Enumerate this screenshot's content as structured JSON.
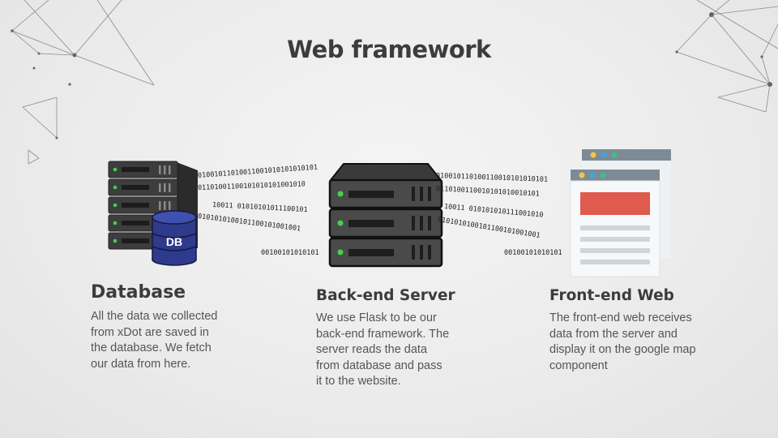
{
  "slide": {
    "title": "Web framework"
  },
  "columns": [
    {
      "heading": "Database",
      "text": "All the data we collected\nfrom xDot are saved in\nthe database. We fetch\nour data from here."
    },
    {
      "heading": "Back-end Server",
      "text": "We use Flask to be our\nback-end framework. The\nserver reads the data\nfrom database and pass\nit to the website."
    },
    {
      "heading": "Front-end Web",
      "text": "The front-end web receives\ndata from the server and\ndisplay it on the google map\ncomponent"
    }
  ],
  "illustrations": {
    "db_label": "DB",
    "bits_left": [
      "01001011010011001010101010101",
      "01101001100101010101001010",
      "10011  01010101011100101",
      "0101010100101100101001001",
      "00100101010101"
    ],
    "bits_right": [
      "010010110100110010101010101",
      "0110100110010101010010101",
      "10011  010101010111001010",
      "0101010100101100101001001",
      "00100101010101"
    ]
  },
  "colors": {
    "title": "#3c3c3c",
    "body_text": "#555555",
    "server_dark": "#3a3a3a",
    "server_light": "#555555",
    "led_green": "#46d04a",
    "db_blue": "#2e3a8c",
    "browser_red": "#e05a4e",
    "browser_bar": "#7e8a96"
  }
}
